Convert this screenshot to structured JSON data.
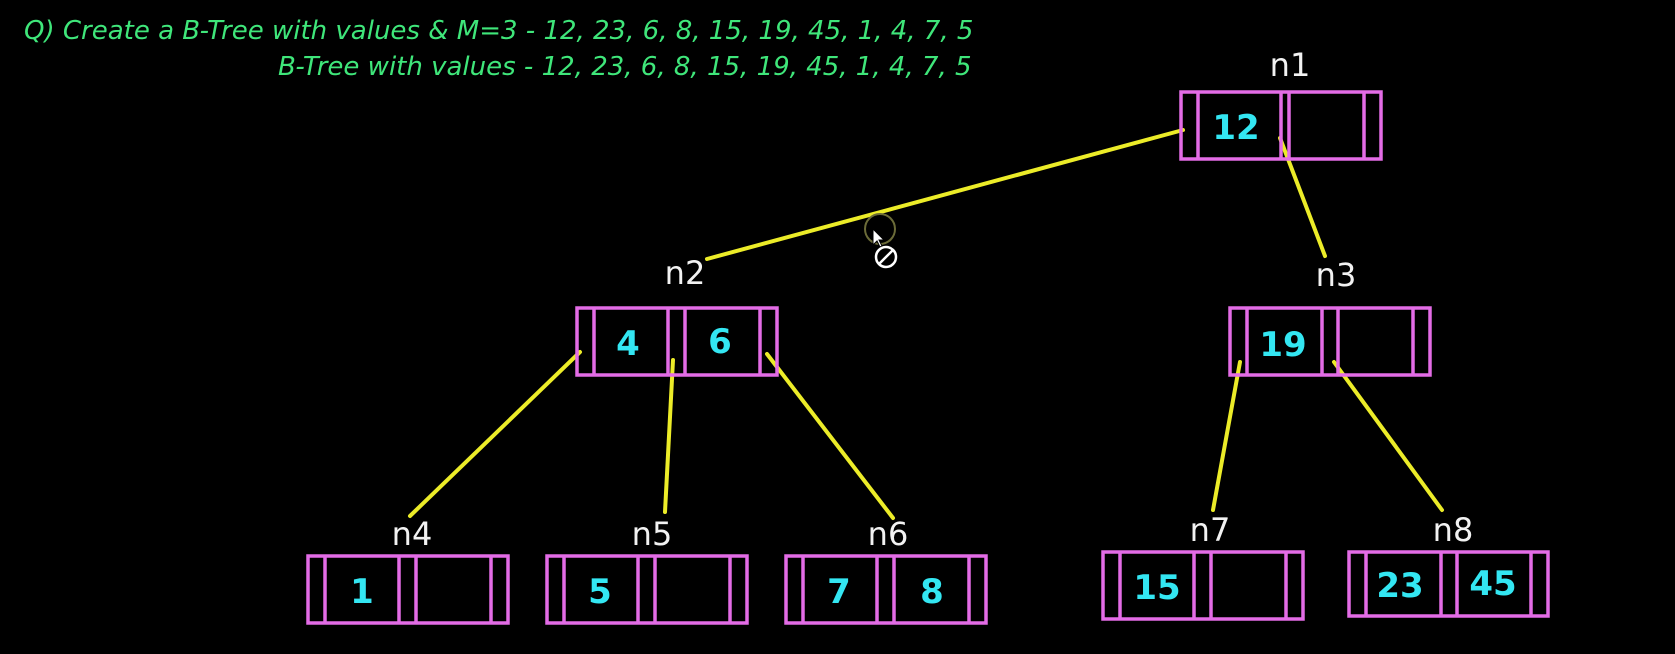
{
  "question": "Q) Create a B-Tree with values & M=3 - 12, 23, 6, 8, 15, 19, 45, 1, 4, 7, 5",
  "subtitle": "B-Tree with values - 12, 23, 6, 8, 15, 19, 45, 1, 4, 7, 5",
  "colors": {
    "text_green": "#3fe67a",
    "node_border": "#e36ce6",
    "key_text": "#33e6f2",
    "edge": "#ecec28",
    "label": "#f2f2f2"
  },
  "nodes": {
    "n1": {
      "label": "n1",
      "keys": [
        "12",
        ""
      ]
    },
    "n2": {
      "label": "n2",
      "keys": [
        "4",
        "6"
      ]
    },
    "n3": {
      "label": "n3",
      "keys": [
        "19",
        ""
      ]
    },
    "n4": {
      "label": "n4",
      "keys": [
        "1",
        ""
      ]
    },
    "n5": {
      "label": "n5",
      "keys": [
        "5",
        ""
      ]
    },
    "n6": {
      "label": "n6",
      "keys": [
        "7",
        "8"
      ]
    },
    "n7": {
      "label": "n7",
      "keys": [
        "15",
        ""
      ]
    },
    "n8": {
      "label": "n8",
      "keys": [
        "23",
        "45"
      ]
    }
  },
  "edges": [
    {
      "from": "n1",
      "to": "n2"
    },
    {
      "from": "n1",
      "to": "n3"
    },
    {
      "from": "n2",
      "to": "n4"
    },
    {
      "from": "n2",
      "to": "n5"
    },
    {
      "from": "n2",
      "to": "n6"
    },
    {
      "from": "n3",
      "to": "n7"
    },
    {
      "from": "n3",
      "to": "n8"
    }
  ],
  "cursor": {
    "icon": "not-allowed-cursor-icon"
  }
}
